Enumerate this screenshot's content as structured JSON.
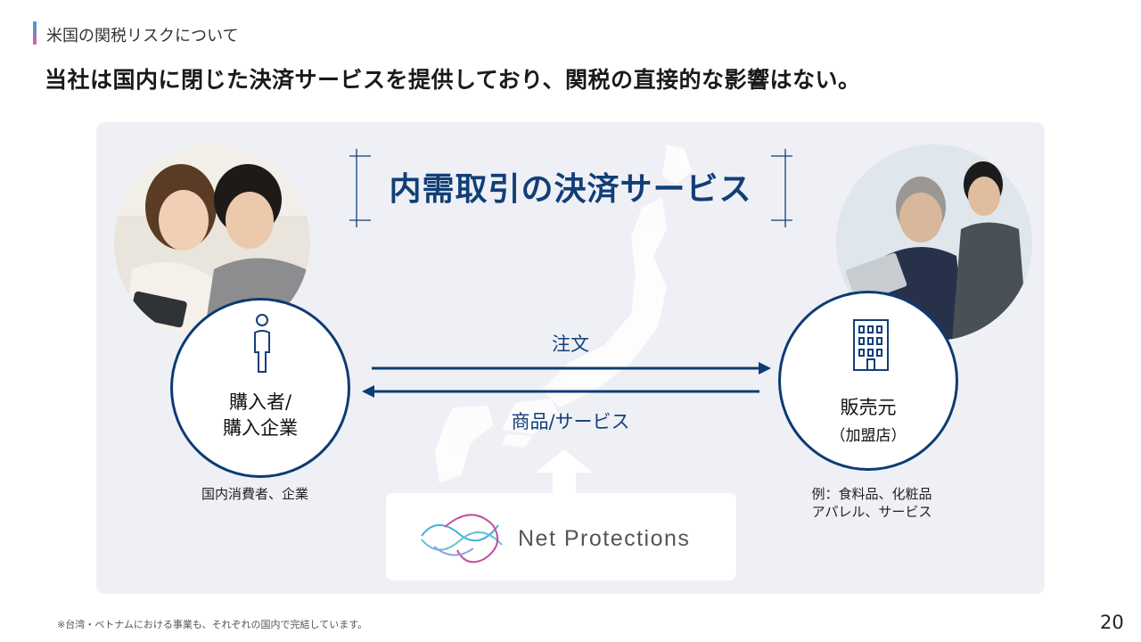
{
  "header": {
    "section_title": "米国の関税リスクについて",
    "headline": "当社は国内に閉じた決済サービスを提供しており、関税の直接的な影響はない。"
  },
  "diagram": {
    "title": "内需取引の決済サービス",
    "buyer": {
      "label_line1": "購入者/",
      "label_line2": "購入企業",
      "note": "国内消費者、企業",
      "icon": "person-icon"
    },
    "seller": {
      "label_line1": "販売元",
      "label_line2": "（加盟店）",
      "note_line1": "例：食料品、化粧品",
      "note_line2": "アパレル、サービス",
      "icon": "building-icon"
    },
    "arrow_order": "注文",
    "arrow_goods": "商品/サービス",
    "provider": {
      "name": "Net Protections"
    }
  },
  "footer": {
    "footnote": "※台湾・ベトナムにおける事業も、それぞれの国内で完結しています。",
    "page_number": "20"
  },
  "colors": {
    "navy": "#0d3b73",
    "panel": "#eef0f5",
    "accent_blue": "#3a9fd8",
    "accent_pink": "#d95fa6"
  }
}
